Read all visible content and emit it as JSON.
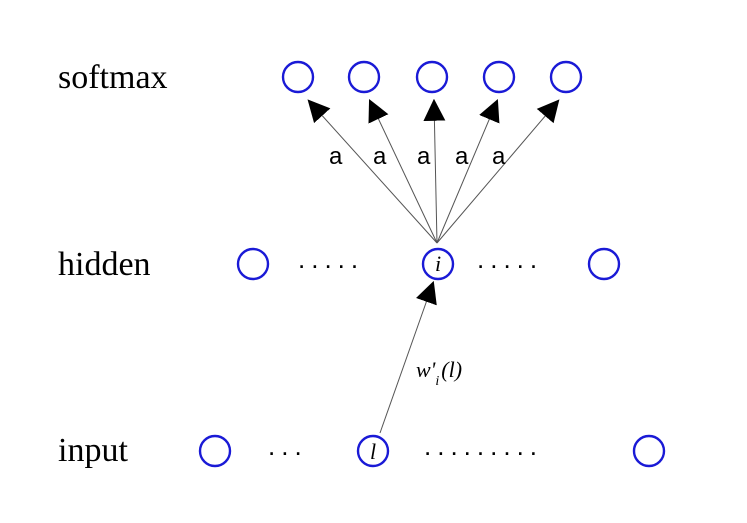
{
  "layers": {
    "softmax": {
      "label": "softmax"
    },
    "hidden": {
      "label": "hidden",
      "center_node": "i",
      "ellipsis_left": ".....",
      "ellipsis_right": "....."
    },
    "input": {
      "label": "input",
      "center_node": "l",
      "ellipsis_left": "...",
      "ellipsis_right": "........."
    }
  },
  "softmax_edges": {
    "labels": [
      "a",
      "a",
      "a",
      "a",
      "a"
    ]
  },
  "weight": {
    "base": "w'",
    "subscript": "i",
    "argument": "(l)"
  },
  "colors": {
    "node_stroke": "#1a1ad6",
    "edge": "#555555",
    "arrowhead": "#000000"
  }
}
